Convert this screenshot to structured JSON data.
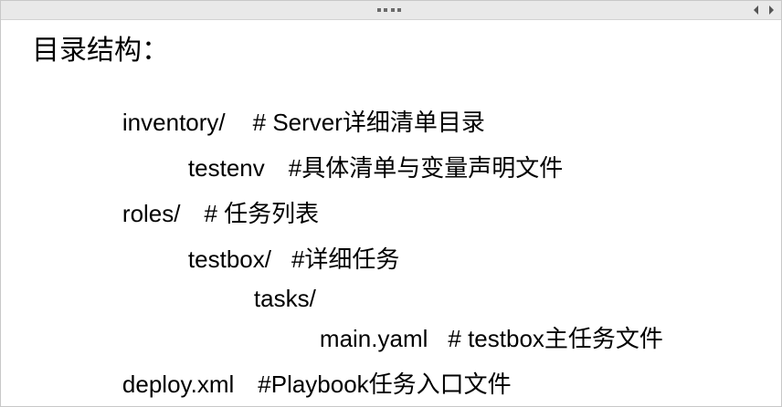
{
  "toolbar": {
    "grip_icon": "drag-handle-icon",
    "prev_icon": "chevron-left-icon",
    "next_icon": "chevron-right-icon"
  },
  "content": {
    "title": "目录结构：",
    "lines": [
      {
        "path": "inventory/",
        "comment": "# Server详细清单目录"
      },
      {
        "path": "testenv",
        "comment": "#具体清单与变量声明文件"
      },
      {
        "path": "roles/",
        "comment": "# 任务列表"
      },
      {
        "path": "testbox/",
        "comment": "#详细任务"
      },
      {
        "path": "tasks/",
        "comment": ""
      },
      {
        "path": "main.yaml",
        "comment": "# testbox主任务文件"
      },
      {
        "path": "deploy.xml",
        "comment": "#Playbook任务入口文件"
      }
    ]
  }
}
